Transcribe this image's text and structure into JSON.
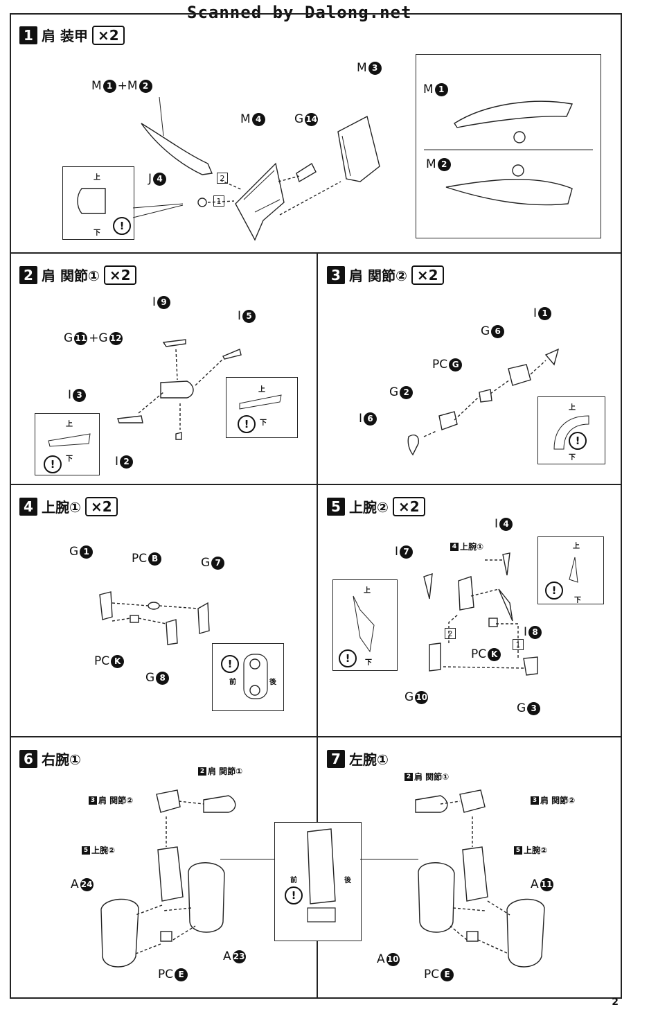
{
  "header": {
    "scan_credit": "Scanned by Dalong.net"
  },
  "page_number": "2",
  "steps": [
    {
      "num": "1",
      "title": "肩 装甲",
      "count": "×2"
    },
    {
      "num": "2",
      "title": "肩 関節①",
      "count": "×2"
    },
    {
      "num": "3",
      "title": "肩 関節②",
      "count": "×2"
    },
    {
      "num": "4",
      "title": "上腕①",
      "count": "×2"
    },
    {
      "num": "5",
      "title": "上腕②",
      "count": "×2"
    },
    {
      "num": "6",
      "title": "右腕①",
      "count": ""
    },
    {
      "num": "7",
      "title": "左腕①",
      "count": ""
    }
  ],
  "labels": {
    "up": "上",
    "down": "下",
    "front": "前",
    "back": "後",
    "warn": "!",
    "one": "1",
    "two": "2"
  },
  "parts": {
    "s1": {
      "m1m2_a": "M",
      "m1m2_n1": "1",
      "m1m2_plus": "+M",
      "m1m2_n2": "2",
      "m3": "M",
      "m3n": "3",
      "m4": "M",
      "m4n": "4",
      "g14": "G",
      "g14n": "14",
      "j4": "J",
      "j4n": "4",
      "m1": "M",
      "m1n": "1",
      "m2": "M",
      "m2n": "2"
    },
    "s2": {
      "i9": "I",
      "i9n": "9",
      "g11": "G",
      "g11n": "11",
      "plus": "+G",
      "g12n": "12",
      "i5": "I",
      "i5n": "5",
      "i3": "I",
      "i3n": "3",
      "i2": "I",
      "i2n": "2"
    },
    "s3": {
      "i1": "I",
      "i1n": "1",
      "g6": "G",
      "g6n": "6",
      "pcg": "PC",
      "pcgn": "G",
      "g2": "G",
      "g2n": "2",
      "i6": "I",
      "i6n": "6"
    },
    "s4": {
      "g1": "G",
      "g1n": "1",
      "pcb": "PC",
      "pcbn": "B",
      "g7": "G",
      "g7n": "7",
      "pck": "PC",
      "pckn": "K",
      "g8": "G",
      "g8n": "8"
    },
    "s5": {
      "i4": "I",
      "i4n": "4",
      "i7": "I",
      "i7n": "7",
      "ref4": "上腕①",
      "ref4n": "4",
      "i8": "I",
      "i8n": "8",
      "pck": "PC",
      "pckn": "K",
      "g10": "G",
      "g10n": "10",
      "g3": "G",
      "g3n": "3"
    },
    "s6": {
      "ref2": "肩 関節①",
      "ref2n": "2",
      "ref3": "肩 関節②",
      "ref3n": "3",
      "ref5": "上腕②",
      "ref5n": "5",
      "a24": "A",
      "a24n": "24",
      "a23": "A",
      "a23n": "23",
      "pce": "PC",
      "pcen": "E"
    },
    "s7": {
      "ref2": "肩 関節①",
      "ref2n": "2",
      "ref3": "肩 関節②",
      "ref3n": "3",
      "ref5": "上腕②",
      "ref5n": "5",
      "a11": "A",
      "a11n": "11",
      "a10": "A",
      "a10n": "10",
      "pce": "PC",
      "pcen": "E"
    }
  }
}
